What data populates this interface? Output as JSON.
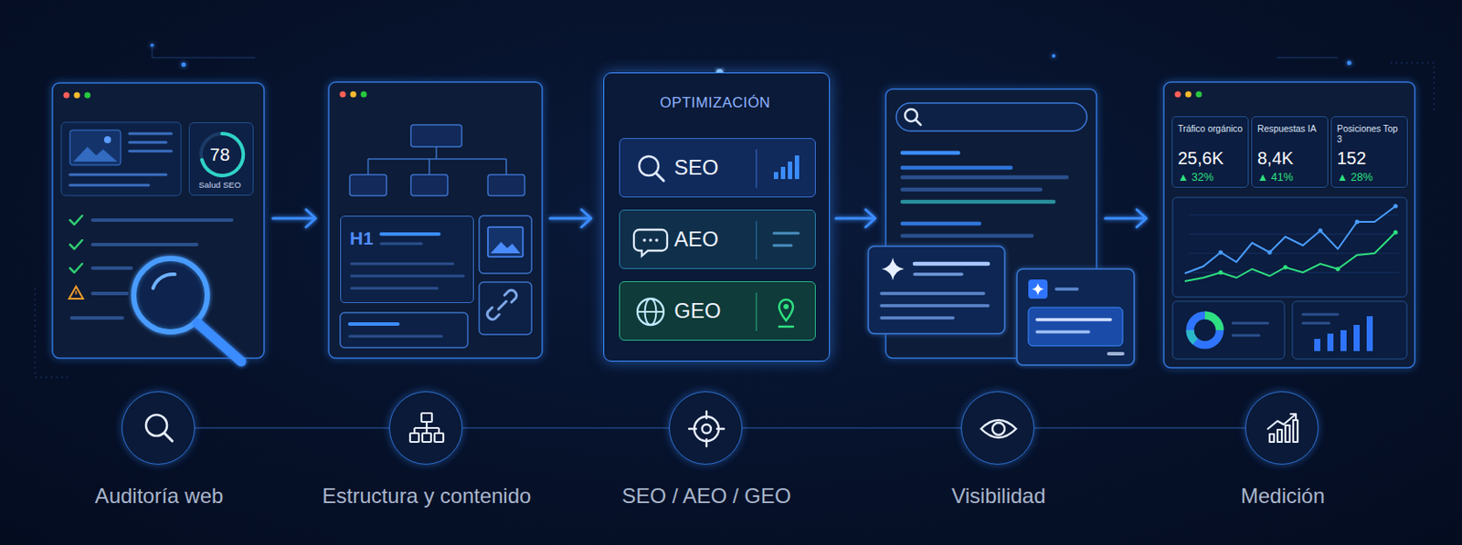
{
  "diagram": {
    "nodes": [
      {
        "text": [
          "78",
          "Salud SEO"
        ]
      },
      {
        "text": [
          "H1"
        ]
      },
      {
        "text": [
          "OPTIMIZACIÓN"
        ]
      },
      {
        "text": [
          "SEO"
        ],
        "in": 2
      },
      {
        "text": [
          "AEO"
        ],
        "in": 2
      },
      {
        "text": [
          "GEO"
        ],
        "in": 2
      },
      {
        "text": [
          "Tráfico orgánico",
          "25,6K",
          "▲ 32%"
        ]
      },
      {
        "text": [
          "Respuestas IA",
          "8,4K",
          "▲ 41%"
        ]
      },
      {
        "text": [
          "Posiciones Top 3",
          "152",
          "▲ 28%"
        ]
      },
      {
        "text": [
          "Auditoría web"
        ]
      },
      {
        "text": [
          "Estructura y contenido"
        ]
      },
      {
        "text": [
          "SEO / AEO / GEO"
        ]
      },
      {
        "text": [
          "Visibilidad"
        ]
      },
      {
        "text": [
          "Medición"
        ]
      }
    ],
    "edges": [
      {
        "from": 9,
        "to": 10,
        "arrow": "none"
      },
      {
        "from": 10,
        "to": 11,
        "arrow": "none"
      },
      {
        "from": 11,
        "to": 12,
        "arrow": "none"
      },
      {
        "from": 12,
        "to": 13,
        "arrow": "none"
      }
    ]
  }
}
